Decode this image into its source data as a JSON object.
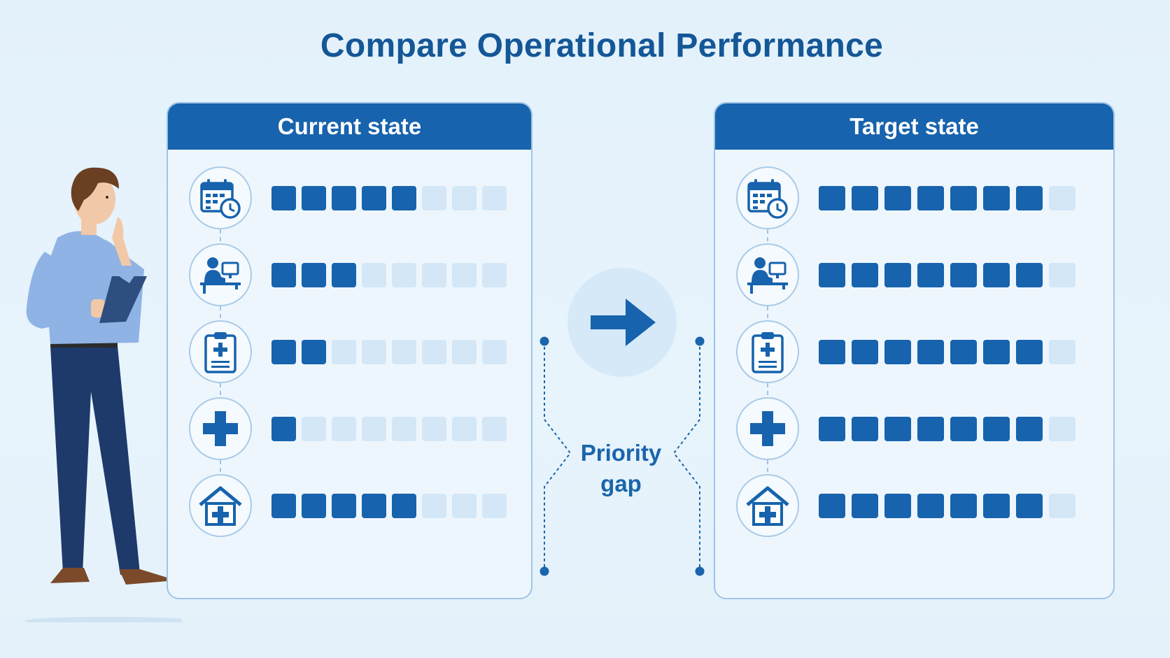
{
  "title": "Compare Operational Performance",
  "panels": {
    "current": {
      "header": "Current state",
      "rows": [
        {
          "icon": "calendar-clock-icon",
          "level": 5,
          "total": 8
        },
        {
          "icon": "person-at-computer-icon",
          "level": 3,
          "total": 8
        },
        {
          "icon": "medical-clipboard-icon",
          "level": 2,
          "total": 8
        },
        {
          "icon": "medical-cross-icon",
          "level": 1,
          "total": 8
        },
        {
          "icon": "hospital-house-icon",
          "level": 5,
          "total": 8
        }
      ]
    },
    "target": {
      "header": "Target state",
      "rows": [
        {
          "icon": "calendar-clock-icon",
          "level": 7,
          "total": 8
        },
        {
          "icon": "person-at-computer-icon",
          "level": 7,
          "total": 8
        },
        {
          "icon": "medical-clipboard-icon",
          "level": 7,
          "total": 8
        },
        {
          "icon": "medical-cross-icon",
          "level": 7,
          "total": 8
        },
        {
          "icon": "hospital-house-icon",
          "level": 7,
          "total": 8
        }
      ]
    }
  },
  "gap": {
    "line1": "Priority",
    "line2": "gap"
  },
  "colors": {
    "primary": "#1763ad",
    "inactive_block": "#d3e7f7",
    "background": "#e6f3fc"
  }
}
